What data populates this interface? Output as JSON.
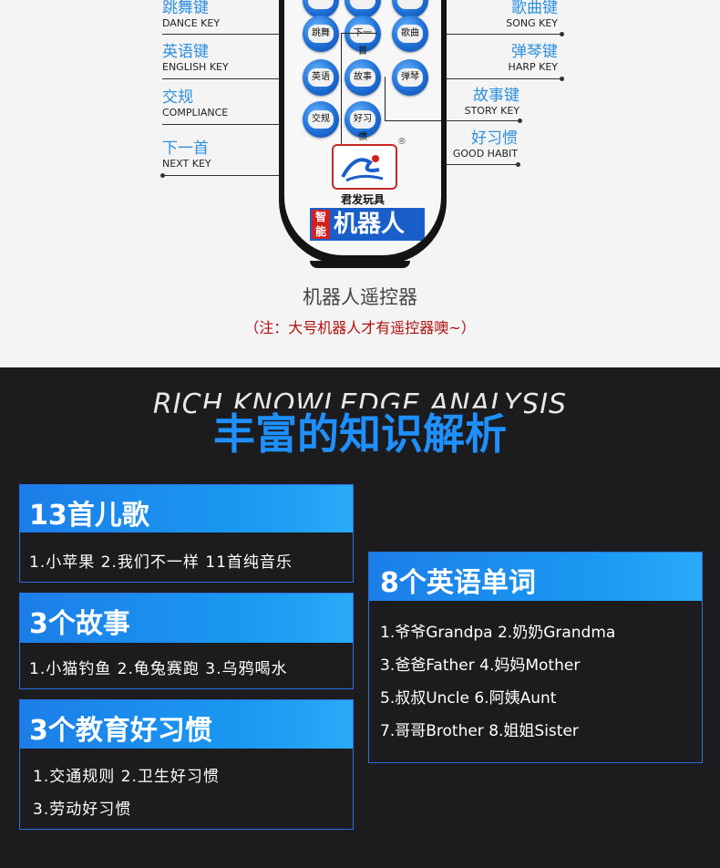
{
  "callouts": {
    "dance": {
      "cn": "跳舞键",
      "en": "DANCE KEY"
    },
    "english": {
      "cn": "英语键",
      "en": "ENGLISH KEY"
    },
    "compliance": {
      "cn": "交规",
      "en": "COMPLIANCE"
    },
    "next": {
      "cn": "下一首",
      "en": "NEXT KEY"
    },
    "song": {
      "cn": "歌曲键",
      "en": "SONG KEY"
    },
    "harp": {
      "cn": "弹琴键",
      "en": "HARP KEY"
    },
    "story": {
      "cn": "故事键",
      "en": "STORY KEY"
    },
    "habit": {
      "cn": "好习惯",
      "en": "GOOD HABIT"
    }
  },
  "remote": {
    "buttons": [
      "跳舞",
      "下一首",
      "歌曲",
      "英语",
      "故事",
      "弹琴",
      "交规",
      "好习惯"
    ],
    "registered_mark": "®",
    "brand": "君发玩具",
    "badge_small": "智能",
    "badge_main": "机器人"
  },
  "caption": "机器人遥控器",
  "note": "（注：大号机器人才有遥控器噢~）",
  "section": {
    "title_en": "RICH KNOWLEDGE ANALYSIS",
    "title_cn": "丰富的知识解析"
  },
  "cards": {
    "songs": {
      "title": "13首儿歌",
      "lines": [
        "1.小苹果 2.我们不一样 11首纯音乐"
      ]
    },
    "stories": {
      "title": "3个故事",
      "lines": [
        "1.小猫钓鱼  2.龟兔赛跑 3.乌鸦喝水"
      ]
    },
    "habits": {
      "title": "3个教育好习惯",
      "lines": [
        "1.交通规则  2.卫生好习惯",
        "3.劳动好习惯"
      ]
    },
    "words": {
      "title": "8个英语单词",
      "lines": [
        "1.爷爷Grandpa   2.奶奶Grandma",
        "3.爸爸Father  4.妈妈Mother",
        "5.叔叔Uncle   6.阿姨Aunt",
        "7.哥哥Brother   8.姐姐Sister"
      ]
    }
  },
  "colors": {
    "accent_blue": "#1e90ff",
    "label_blue": "#2f8fdc",
    "note_red": "#b01010",
    "dark_bg": "#1c1c1e"
  }
}
